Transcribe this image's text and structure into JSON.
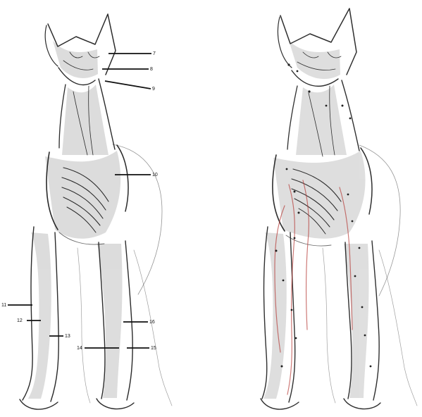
{
  "image": {
    "left_panel": {
      "labels": [
        "7",
        "8",
        "9",
        "10",
        "11",
        "12",
        "13",
        "14",
        "15",
        "16"
      ]
    },
    "right_panel": {
      "labels": []
    }
  }
}
